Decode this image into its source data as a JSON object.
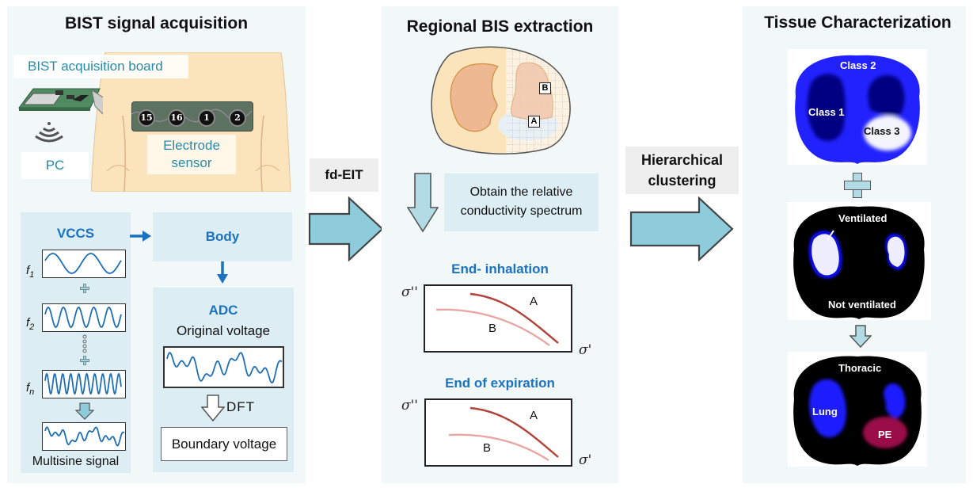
{
  "panels": {
    "acquisition": {
      "title": "BIST signal acquisition",
      "board_label": "BIST acquisition board",
      "pc_label": "PC",
      "electrode_label_line1": "Electrode",
      "electrode_label_line2": "sensor",
      "electrodes": [
        "15",
        "16",
        "1",
        "2"
      ],
      "vccs_title": "VCCS",
      "frequencies": [
        {
          "base": "f",
          "sub": "1"
        },
        {
          "base": "f",
          "sub": "2"
        },
        {
          "base": "f",
          "sub": "n"
        }
      ],
      "multisine_label": "Multisine signal",
      "body_label": "Body",
      "adc_title": "ADC",
      "original_voltage_label": "Original voltage",
      "dft_label": "DFT",
      "boundary_voltage_label": "Boundary voltage",
      "icons": [
        "wireless-icon",
        "plus-icon",
        "vertical-ellipsis-icon",
        "down-arrow-icon",
        "right-arrow-icon"
      ]
    },
    "extraction": {
      "title": "Regional BIS extraction",
      "region_a": "A",
      "region_b": "B",
      "step_label_line1": "Obtain the relative",
      "step_label_line2": "conductivity spectrum",
      "plots": [
        {
          "title": "End- inhalation",
          "y_axis": "σ''",
          "x_axis": "σ'",
          "curve_a": "A",
          "curve_b": "B"
        },
        {
          "title": "End of expiration",
          "y_axis": "σ''",
          "x_axis": "σ'",
          "curve_a": "A",
          "curve_b": "B"
        }
      ]
    },
    "characterization": {
      "title": "Tissue Characterization",
      "classes": [
        "Class 1",
        "Class 2",
        "Class 3"
      ],
      "ventilated_label": "Ventilated",
      "not_ventilated_label": "Not ventilated",
      "thoracic_label": "Thoracic",
      "lung_label": "Lung",
      "pe_label": "PE"
    }
  },
  "transitions": {
    "first": "fd-EIT",
    "second_line1": "Hierarchical",
    "second_line2": "clustering"
  },
  "colors": {
    "panel_bg": "#f2f7f8",
    "box_bg": "#dcedf3",
    "accent_blue": "#1a72c0",
    "teal_text": "#2a8aa8",
    "arrow_fill": "#8ecbdb",
    "curve_a": "#b0433a",
    "curve_b": "#e8a7a3",
    "class_blue": "#2222ff",
    "pe_color": "#9a0a4a"
  }
}
